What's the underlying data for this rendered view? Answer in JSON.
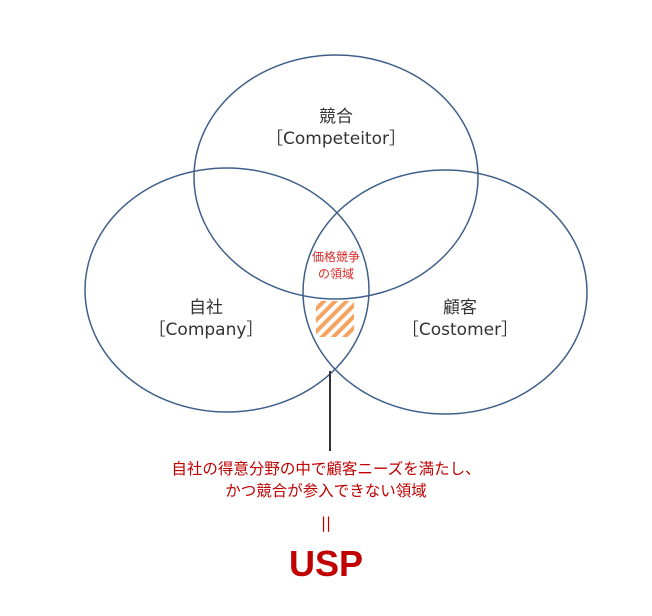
{
  "colors": {
    "circle_stroke": "#3e5f8a",
    "label_text": "#333333",
    "overlap_text": "#d92b2b",
    "hatch": "#f4a460",
    "connector": "#333333",
    "caption_text": "#c00000"
  },
  "circles": {
    "competitor": {
      "name": "競合",
      "english": "［Competeitor］"
    },
    "company": {
      "name": "自社",
      "english": "［Company］"
    },
    "customer": {
      "name": "顧客",
      "english": "［Costomer］"
    }
  },
  "overlap": {
    "competitor_company": {
      "line1": "価格競争",
      "line2": "の領域"
    }
  },
  "caption": {
    "line1": "自社の得意分野の中で顧客ニーズを満たし、",
    "line2": "かつ競合が参入できない領域"
  },
  "equals": "||",
  "result": "USP"
}
